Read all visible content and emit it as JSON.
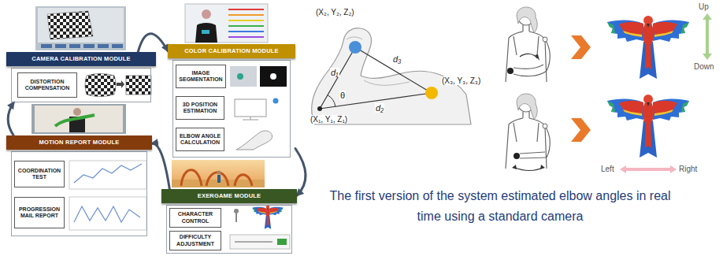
{
  "diagram": {
    "caption": "The first version of the system estimated elbow angles in real time using a standard camera",
    "nodes": [
      {
        "text": [
          "CAMERA CALIBRATION MODULE"
        ]
      },
      {
        "text": [
          "DISTORTION COMPENSATION"
        ],
        "in": 0
      },
      {
        "text": [
          "COLOR CALIBRATION MODULE"
        ]
      },
      {
        "text": [
          "IMAGE SEGMENTATION"
        ],
        "in": 2
      },
      {
        "text": [
          "3D POSITION ESTIMATION"
        ],
        "in": 2
      },
      {
        "text": [
          "ELBOW ANGLE CALCULATION"
        ],
        "in": 2
      },
      {
        "text": [
          "MOTION REPORT MODULE"
        ]
      },
      {
        "text": [
          "COORDINATION TEST"
        ],
        "in": 6
      },
      {
        "text": [
          "PROGRESSION MAIL REPORT"
        ],
        "in": 6
      },
      {
        "text": [
          "EXERGAME MODULE"
        ]
      },
      {
        "text": [
          "CHARACTER CONTROL"
        ],
        "in": 9
      },
      {
        "text": [
          "DIFFICULTY ADJUSTMENT"
        ],
        "in": 9
      }
    ],
    "edges": [
      {
        "from": 0,
        "to": 2,
        "arrow": "to"
      },
      {
        "from": 2,
        "to": 9,
        "arrow": "to"
      },
      {
        "from": 9,
        "to": 6,
        "arrow": "to"
      },
      {
        "from": 6,
        "to": 0,
        "arrow": "to"
      }
    ],
    "labels": [
      "(X₂, Y₂, Z₂)",
      "(X₁, Y₁, Z₁)",
      "(X₃, Y₃, Z₃)",
      "d₁",
      "d₂",
      "d₃",
      "θ",
      "Up",
      "Down",
      "Left",
      "Right"
    ]
  }
}
